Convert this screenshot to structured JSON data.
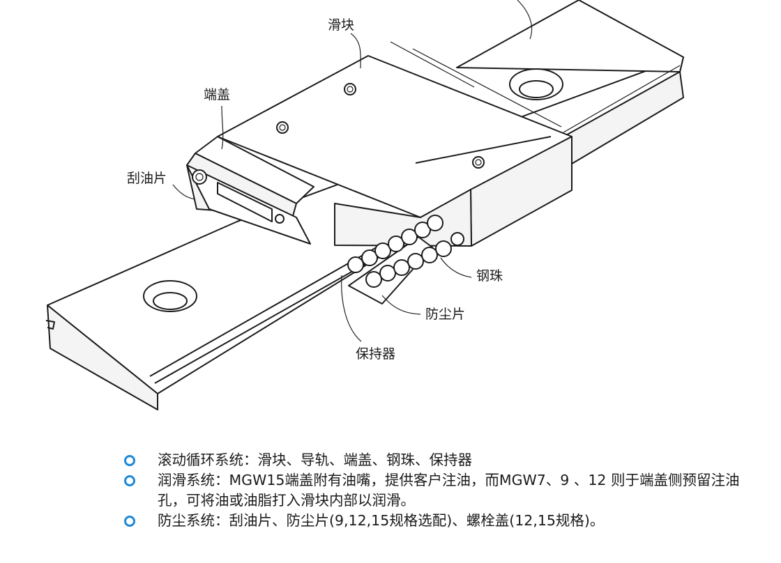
{
  "labels": {
    "slider": "滑块",
    "end_cap": "端盖",
    "scraper": "刮油片",
    "steel_ball": "钢珠",
    "dust_seal": "防尘片",
    "retainer": "保持器"
  },
  "features": [
    {
      "text": "滚动循环系统：滑块、导轨、端盖、钢珠、保持器"
    },
    {
      "text": "润滑系统：MGW15端盖附有油嘴，提供客户注油，而MGW7、9 、12 则于端盖侧预留注油孔，可将油或油脂打入滑块内部以润滑。"
    },
    {
      "text": "防尘系统：刮油片、防尘片(9,12,15规格选配)、螺栓盖(12,15规格)。"
    }
  ],
  "colors": {
    "bullet": "#1e88d6",
    "line": "#1a1a1a"
  },
  "icons": {
    "bullet": "ring-bullet-icon"
  }
}
